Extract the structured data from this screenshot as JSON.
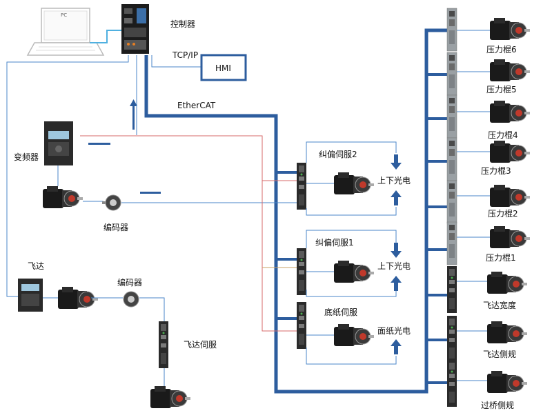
{
  "labels": {
    "pc": "PC",
    "controller": "控制器",
    "tcpip": "TCP/IP",
    "hmi": "HMI",
    "ethercat": "EtherCAT",
    "inverter": "变频器",
    "encoder1": "编码器",
    "feida": "飞达",
    "encoder2": "编码器",
    "feida_servo": "飞达伺服",
    "jiupian2": "纠偏伺服2",
    "jiupian1": "纠偏伺服1",
    "dizhi": "底纸伺服",
    "sensor_a": "上下光电",
    "sensor_b": "上下光电",
    "sensor_c": "面纸光电",
    "right_devices": [
      "压力棍6",
      "压力棍5",
      "压力棍4",
      "压力棍3",
      "压力棍2",
      "压力棍1",
      "飞达宽度",
      "飞达侧规",
      "过桥侧规"
    ]
  },
  "colors": {
    "bus": "#2d5d9e",
    "thin_blue": "#4a86c8",
    "red_wire": "#d76a6a",
    "orange_wire": "#c9a064",
    "drive_dark": "#2a2a2a",
    "drive_gray": "#9aa0a4"
  }
}
